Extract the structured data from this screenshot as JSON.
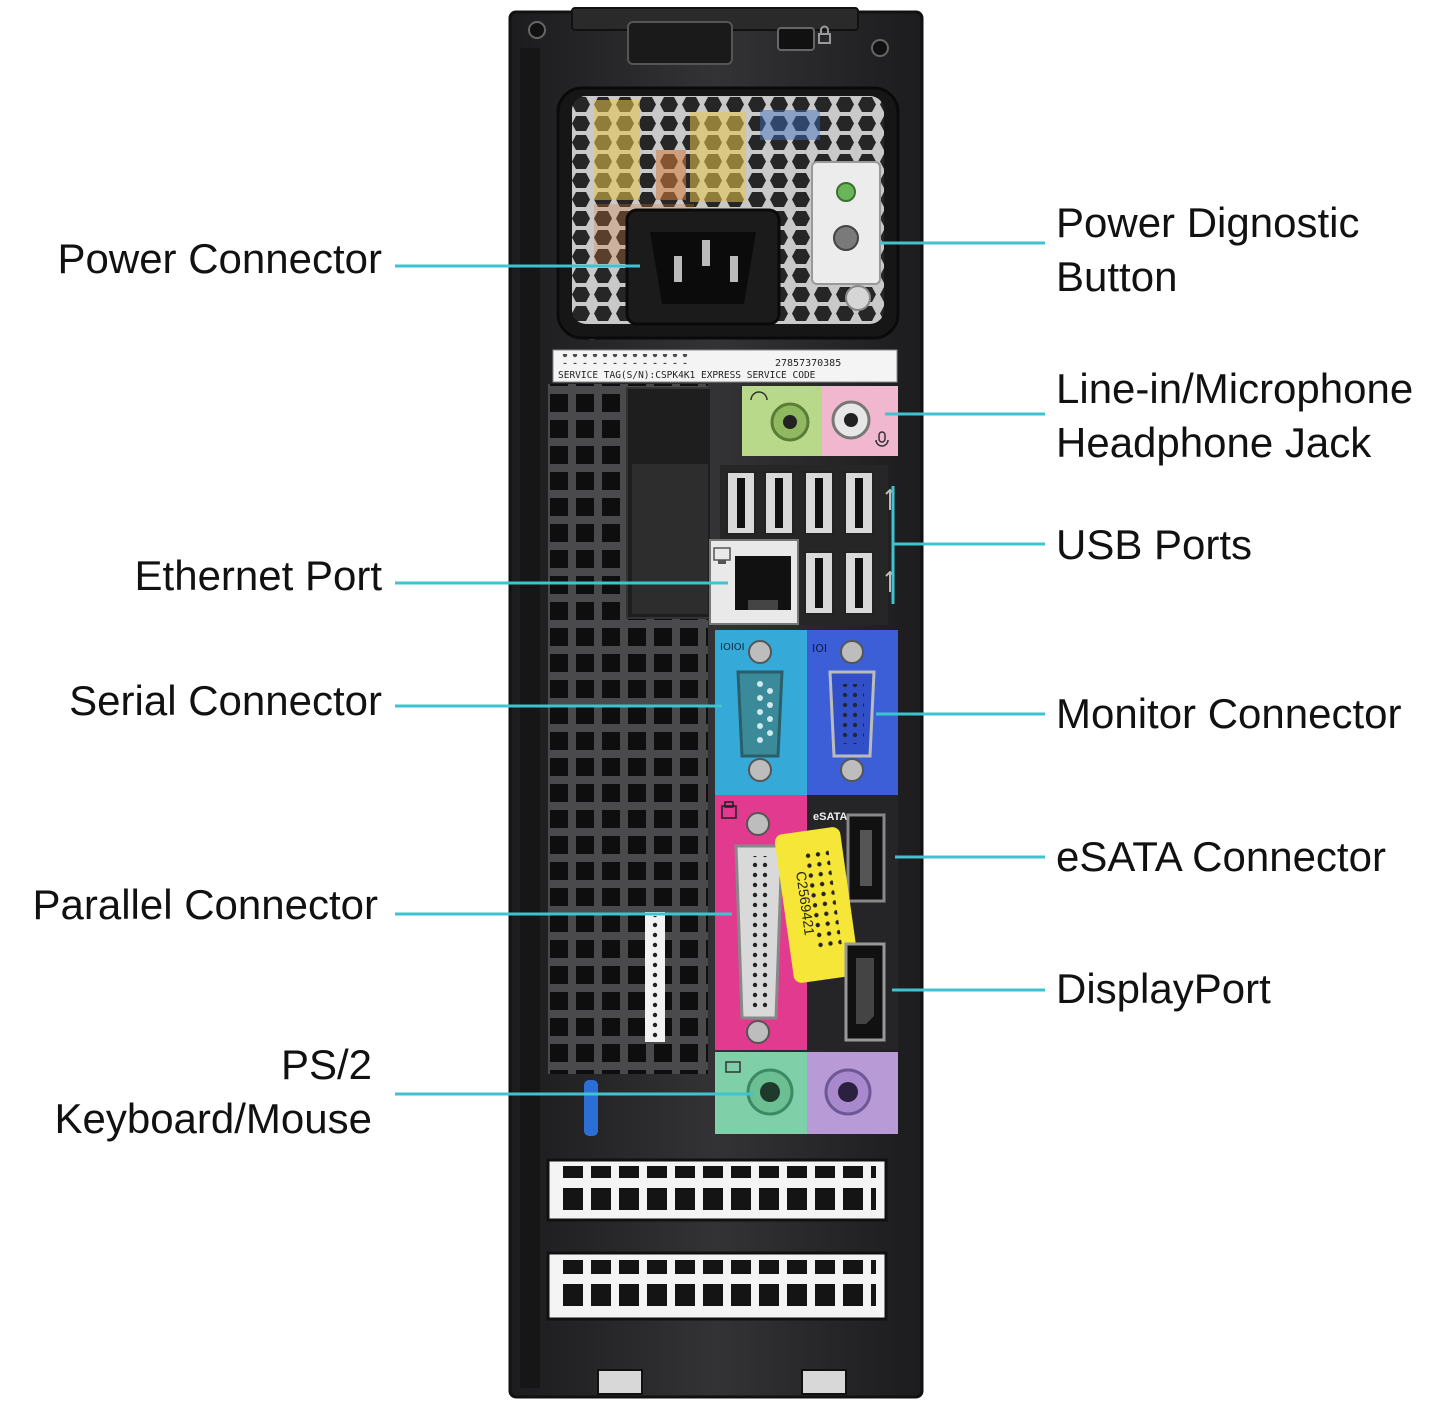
{
  "colors": {
    "leader": "#3fc3cf",
    "chassis": "#2b2b2d",
    "grille": "#1a1a1a",
    "serial_bg": "#35a9d8",
    "monitor_bg": "#3c5fd8",
    "parallel_bg": "#e23a8f",
    "ps2_keyboard_bg": "#7fd0a8",
    "ps2_mouse_bg": "#b79ad6",
    "audio_line_bg": "#b9d98a",
    "audio_mic_bg": "#f0b7cf",
    "barcode_sticker": "#f6e637"
  },
  "labels": {
    "power_connector": "Power Connector",
    "ethernet_port": "Ethernet Port",
    "serial_connector": "Serial Connector",
    "parallel_connector": "Parallel Connector",
    "ps2_line1": "PS/2",
    "ps2_line2": "Keyboard/Mouse",
    "power_diag_line1": "Power Dignostic",
    "power_diag_line2": "Button",
    "audio_line1": "Line-in/Microphone",
    "audio_line2": "Headphone Jack",
    "usb_ports": "USB Ports",
    "monitor_connector": "Monitor Connector",
    "esata_connector": "eSATA Connector",
    "displayport": "DisplayPort"
  },
  "device_text": {
    "service_tag_number": "27857370385",
    "service_tag_caption": "SERVICE TAG(S/N):CSPK4K1 EXPRESS SERVICE CODE",
    "sticker_code": "C2569421",
    "esata_marking": "eSATA",
    "serial_marking": "IOIOI",
    "monitor_marking": "IOI"
  },
  "icons": [
    "usb-icon",
    "ethernet-icon",
    "printer-icon",
    "keyboard-icon",
    "headphone-icon",
    "microphone-icon",
    "lock-icon"
  ]
}
